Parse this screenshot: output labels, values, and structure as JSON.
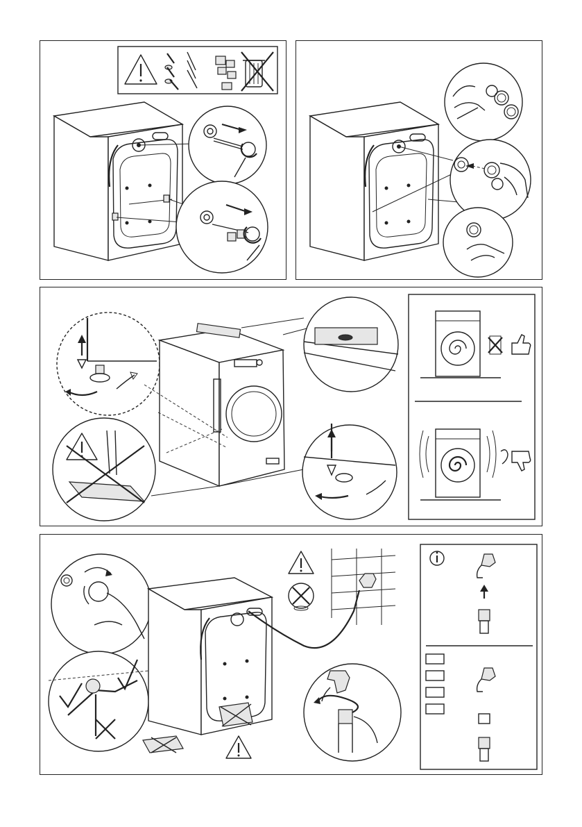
{
  "document": {
    "type": "installation-illustrations",
    "panels": [
      {
        "id": "remove-transit-bolts",
        "icons": [
          "warning-icon",
          "bolt-icon",
          "clip-icon",
          "no-bin-icon"
        ]
      },
      {
        "id": "insert-plastic-caps",
        "icons": []
      },
      {
        "id": "level-appliance",
        "icons": [
          "warning-icon",
          "cross-icon",
          "thumb-up-icon",
          "thumb-down-icon"
        ]
      },
      {
        "id": "connect-inlet-hose",
        "icons": [
          "info-icon",
          "warning-icon",
          "no-water-icon",
          "check-icon",
          "cross-icon"
        ]
      }
    ]
  }
}
